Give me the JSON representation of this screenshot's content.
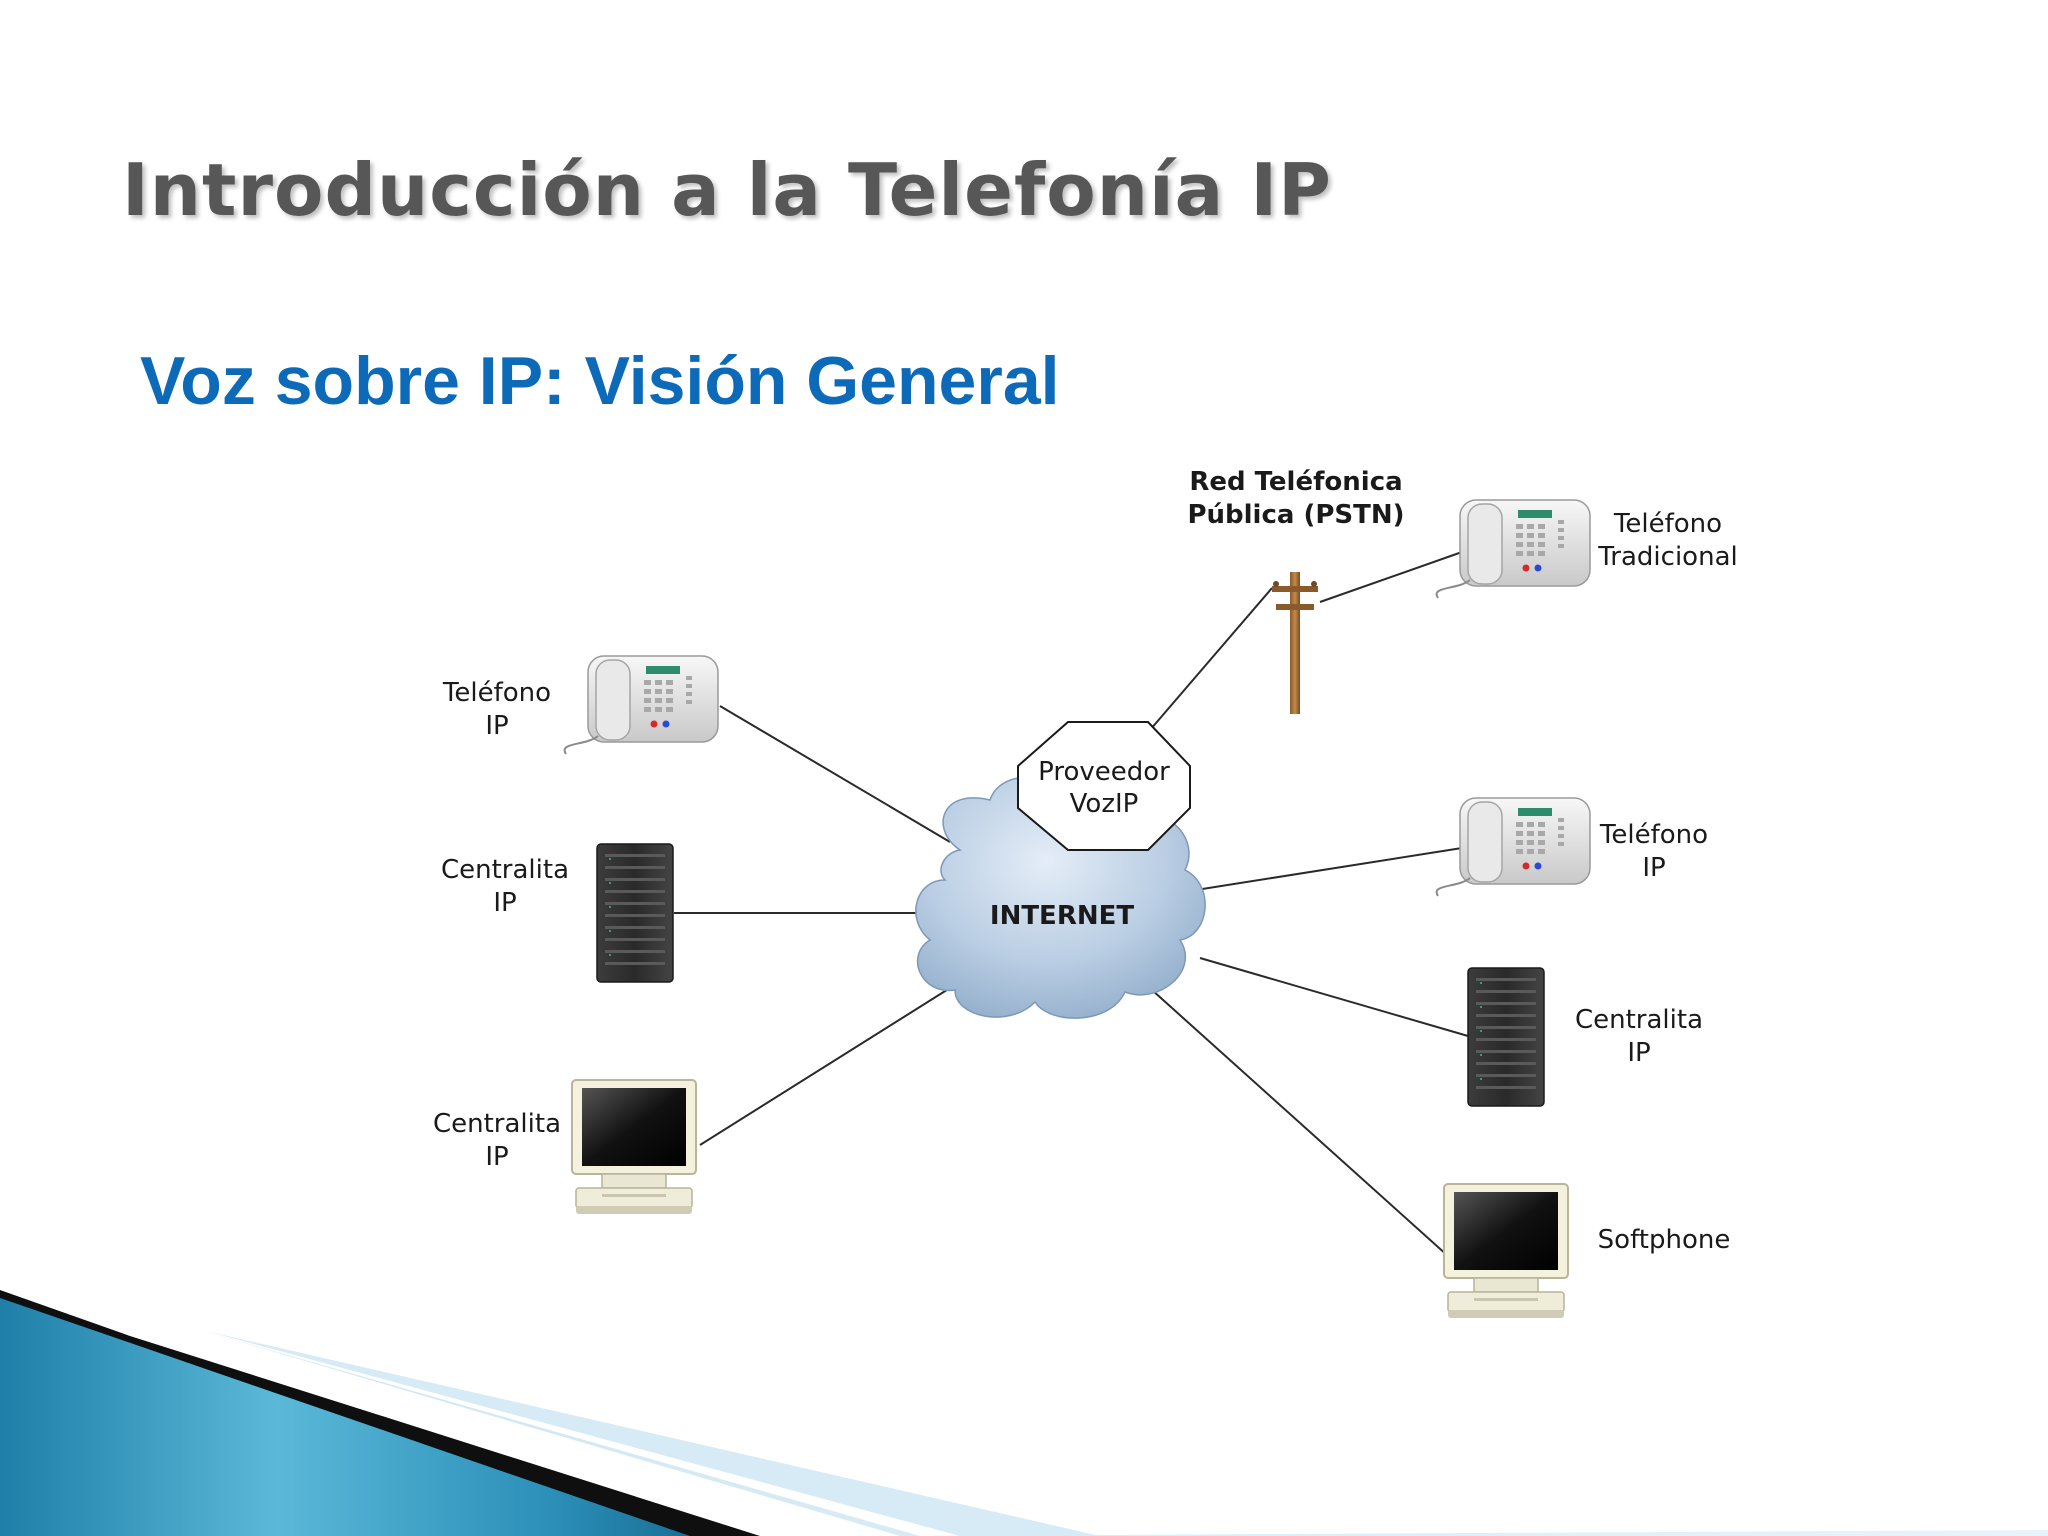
{
  "slide": {
    "title": "Introducción a la Telefonía IP",
    "subtitle": "Voz sobre IP: Visión General"
  },
  "diagram": {
    "center": "INTERNET",
    "provider": [
      "Proveedor",
      "VozIP"
    ],
    "pstn": [
      "Red Teléfonica",
      "Pública (PSTN)"
    ],
    "left_phone": [
      "Teléfono",
      "IP"
    ],
    "left_pbx": [
      "Centralita",
      "IP"
    ],
    "left_pc": [
      "Centralita",
      "IP"
    ],
    "right_traditional": [
      "Teléfono",
      "Tradicional"
    ],
    "right_phone": [
      "Teléfono",
      "IP"
    ],
    "right_pbx": [
      "Centralita",
      "IP"
    ],
    "right_softphone": "Softphone"
  },
  "colors": {
    "title": "#575757",
    "subtitle": "#0d6ab8",
    "cloud": "#b9cde3",
    "decor_blue": "#3a9bc4"
  }
}
